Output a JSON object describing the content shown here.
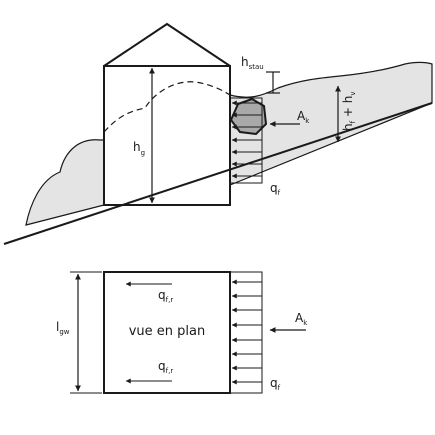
{
  "labels": {
    "h_stau_main": "h",
    "h_stau_sub": "stau",
    "A_k_main": "A",
    "A_k_sub": "k",
    "h_g_main": "h",
    "h_g_sub": "g",
    "hf_hv_main1": "h",
    "hf_hv_sub1": "f",
    "hf_hv_plus": " + h",
    "hf_hv_sub2": "v",
    "q_f_main": "q",
    "q_f_sub": "f",
    "l_gw_main": "l",
    "l_gw_sub": "gw",
    "plan_text": "vue en plan",
    "qfr_top_main": "q",
    "qfr_top_sub": "f,r",
    "qfr_bot_main": "q",
    "qfr_bot_sub": "f,r",
    "A_k_plan_main": "A",
    "A_k_plan_sub": "k",
    "q_f_plan_main": "q",
    "q_f_plan_sub": "f"
  },
  "colors": {
    "snow_fill": "#e4e4e4",
    "block_fill": "#a9a9a9",
    "line": "#1a1a1a"
  }
}
